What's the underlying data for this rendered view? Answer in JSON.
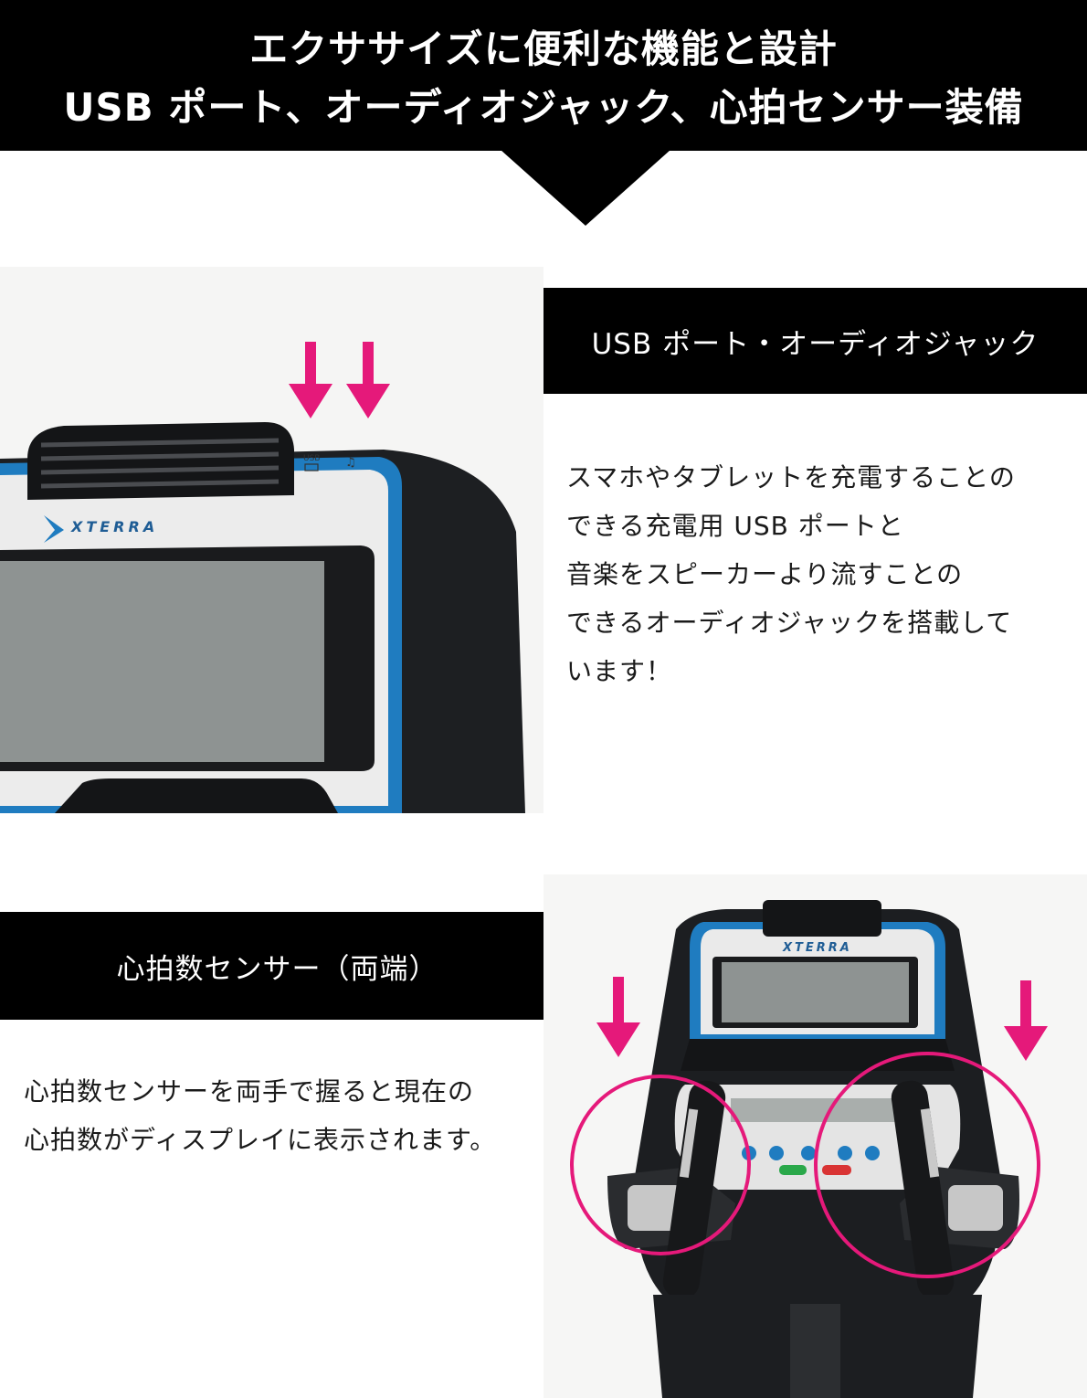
{
  "header": {
    "line1": "エクササイズに便利な機能と設計",
    "line2": "USB ポート、オーディオジャック、心拍センサー装備"
  },
  "section1": {
    "label": "USB ポート・オーディオジャック",
    "description": [
      "スマホやタブレットを充電することの",
      "できる充電用 USB ポートと",
      "音楽をスピーカーより流すことの",
      "できるオーディオジャックを搭載して",
      "います！"
    ],
    "photo": {
      "brand": "XTERRA",
      "usb_mark": "USB",
      "arrow_color": "#e5197a",
      "accent_color": "#1f7cc0"
    }
  },
  "section2": {
    "label": "心拍数センサー（両端）",
    "description": [
      "心拍数センサーを両手で握ると現在の",
      "心拍数がディスプレイに表示されます。"
    ],
    "photo": {
      "brand": "XTERRA",
      "circle_color": "#e5197a",
      "arrow_color": "#e5197a",
      "accent_color": "#1f7cc0"
    }
  }
}
